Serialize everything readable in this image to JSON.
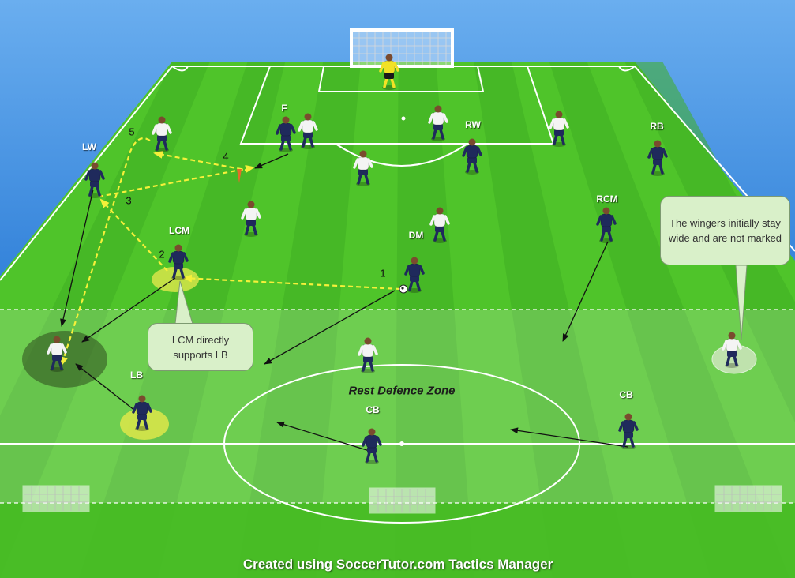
{
  "zone_title": "Rest Defence Zone",
  "credit": "Created using SoccerTutor.com Tactics Manager",
  "callouts": {
    "wingers": "The wingers initially stay wide and are not marked",
    "lcm_support": "LCM directly supports  LB"
  },
  "player_labels": {
    "f": "F",
    "rw": "RW",
    "rb": "RB",
    "lw": "LW",
    "rcm": "RCM",
    "lcm": "LCM",
    "dm": "DM",
    "lb": "LB",
    "cb_centre": "CB",
    "cb_right": "CB"
  },
  "pass_numbers": [
    "1",
    "2",
    "3",
    "4",
    "5"
  ],
  "colors": {
    "pitch_light": "#4fc42a",
    "pitch_dark": "#3fae22",
    "zone_light": "#7ad458",
    "zone_dark": "#67c547",
    "sky": "#3f8fe8",
    "team_navy": "#1f2a5c",
    "team_white": "#f4f4f4",
    "goalkeeper": "#f2e126",
    "pass_arrow": "#f5f03a",
    "highlight": "#d7e54a"
  }
}
